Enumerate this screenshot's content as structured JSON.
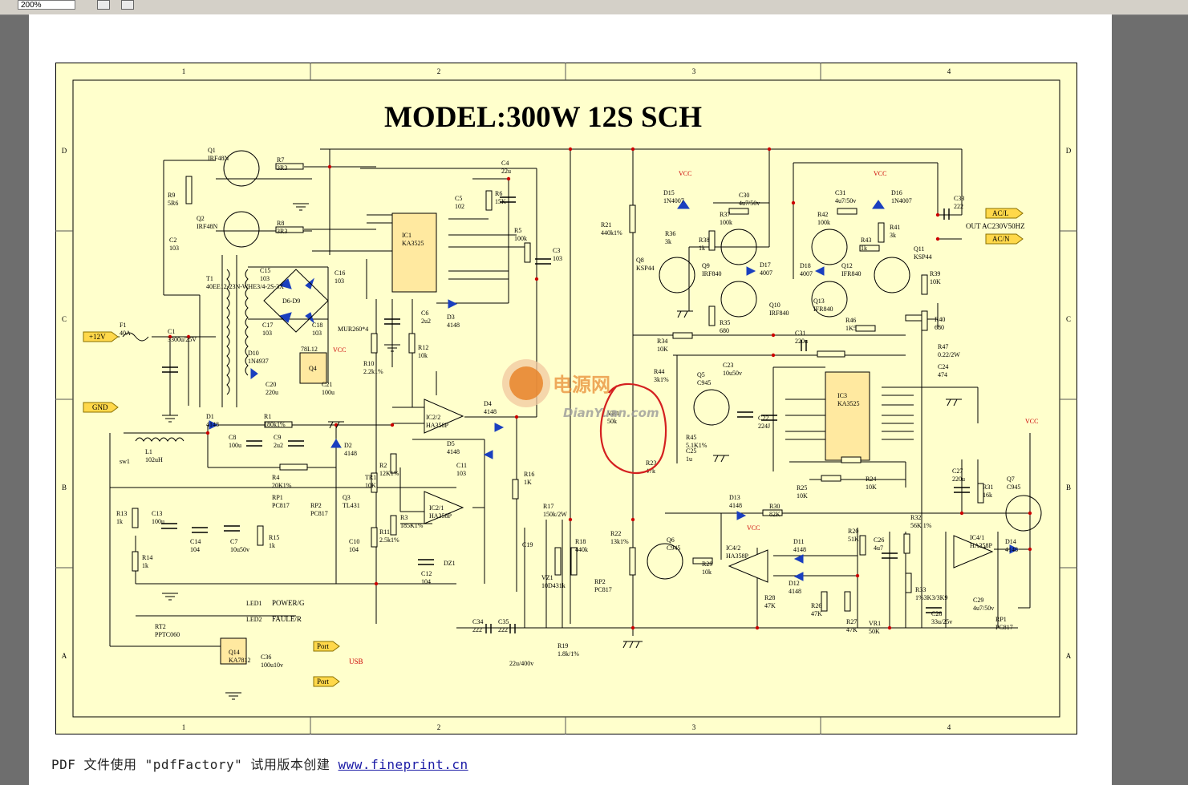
{
  "viewer": {
    "zoom_value": "200%"
  },
  "schematic": {
    "title": "MODEL:300W 12S  SCH",
    "zone_columns": [
      "1",
      "2",
      "3",
      "4"
    ],
    "zone_rows": [
      "D",
      "C",
      "B",
      "A"
    ],
    "ports": {
      "in_12v": "+12V",
      "gnd": "GND",
      "ac_l": "AC/L",
      "ac_n": "AC/N",
      "port1": "Port",
      "port2": "Port",
      "vcc": "VCC"
    },
    "output_label": "OUT AC230V50HZ",
    "usb_label": "USB",
    "led_labels": [
      "POWER/G",
      "FAULE/R"
    ],
    "watermark": {
      "cn": "电源网",
      "en": "DianYuan.com"
    },
    "components": [
      {
        "ref": "Q1",
        "val": "IRF48N"
      },
      {
        "ref": "Q2",
        "val": "IRF48N"
      },
      {
        "ref": "R7",
        "val": "3R3"
      },
      {
        "ref": "R8",
        "val": "3R3"
      },
      {
        "ref": "R9",
        "val": "5R6"
      },
      {
        "ref": "C2",
        "val": "103"
      },
      {
        "ref": "T1",
        "val": "40EE12-23N-WHE3/4-2S-3X"
      },
      {
        "ref": "C15",
        "val": "103"
      },
      {
        "ref": "D6-D9",
        "val": ""
      },
      {
        "ref": "C16",
        "val": "103"
      },
      {
        "ref": "C17",
        "val": "103"
      },
      {
        "ref": "C18",
        "val": "103"
      },
      {
        "ref": "MUR260*4",
        "val": ""
      },
      {
        "ref": "D10",
        "val": "1N4937"
      },
      {
        "ref": "78L12",
        "val": ""
      },
      {
        "ref": "Q4",
        "val": ""
      },
      {
        "ref": "C20",
        "val": "220u"
      },
      {
        "ref": "C21",
        "val": "100u"
      },
      {
        "ref": "F1",
        "val": "40A"
      },
      {
        "ref": "C1",
        "val": "3300u/25V"
      },
      {
        "ref": "IC1",
        "val": "KA3525"
      },
      {
        "ref": "C4",
        "val": "22u"
      },
      {
        "ref": "C5",
        "val": "102"
      },
      {
        "ref": "R6",
        "val": "15K"
      },
      {
        "ref": "R5",
        "val": "100k"
      },
      {
        "ref": "C3",
        "val": "103"
      },
      {
        "ref": "C6",
        "val": "2u2"
      },
      {
        "ref": "D3",
        "val": "4148"
      },
      {
        "ref": "R10",
        "val": "2.2k1%"
      },
      {
        "ref": "R12",
        "val": "10k"
      },
      {
        "ref": "IC2/2",
        "val": "HA358P"
      },
      {
        "ref": "D4",
        "val": "4148"
      },
      {
        "ref": "D1",
        "val": "4148"
      },
      {
        "ref": "R1",
        "val": "180k1%"
      },
      {
        "ref": "C8",
        "val": "100u"
      },
      {
        "ref": "C9",
        "val": "2u2"
      },
      {
        "ref": "D2",
        "val": "4148"
      },
      {
        "ref": "L1",
        "val": "102uH"
      },
      {
        "ref": "sw1",
        "val": ""
      },
      {
        "ref": "R4",
        "val": "20K1%"
      },
      {
        "ref": "D5",
        "val": "4148"
      },
      {
        "ref": "C11",
        "val": "103"
      },
      {
        "ref": "IC2/1",
        "val": "HA358P"
      },
      {
        "ref": "R16",
        "val": "1K"
      },
      {
        "ref": "DZ1",
        "val": ""
      },
      {
        "ref": "C12",
        "val": "104"
      },
      {
        "ref": "TR1",
        "val": "10K"
      },
      {
        "ref": "R2",
        "val": "12K1%"
      },
      {
        "ref": "R3",
        "val": "185K1%"
      },
      {
        "ref": "R11",
        "val": "2.5k1%"
      },
      {
        "ref": "C10",
        "val": "104"
      },
      {
        "ref": "Q3",
        "val": "TL431"
      },
      {
        "ref": "RP1",
        "val": "PC817"
      },
      {
        "ref": "RP2",
        "val": "PC817"
      },
      {
        "ref": "R15",
        "val": "1k"
      },
      {
        "ref": "R13",
        "val": "1k"
      },
      {
        "ref": "R14",
        "val": "1k"
      },
      {
        "ref": "C13",
        "val": "100u"
      },
      {
        "ref": "C14",
        "val": "104"
      },
      {
        "ref": "C7",
        "val": "10u50v"
      },
      {
        "ref": "LED1",
        "val": ""
      },
      {
        "ref": "LED2",
        "val": ""
      },
      {
        "ref": "RT2",
        "val": "PPTC060"
      },
      {
        "ref": "Q14",
        "val": "KA7812"
      },
      {
        "ref": "C36",
        "val": "100u10v"
      },
      {
        "ref": "C34",
        "val": "222"
      },
      {
        "ref": "C35",
        "val": "222"
      },
      {
        "ref": "22u/400v",
        "val": ""
      },
      {
        "ref": "C19",
        "val": ""
      },
      {
        "ref": "VZ1",
        "val": "10D431k"
      },
      {
        "ref": "R17",
        "val": "150k/2W"
      },
      {
        "ref": "R18",
        "val": "440k"
      },
      {
        "ref": "RP2b",
        "val": "PC817"
      },
      {
        "ref": "R19",
        "val": "1.8k/1%"
      },
      {
        "ref": "R21",
        "val": "440k1%"
      },
      {
        "ref": "VR1",
        "val": "50k"
      },
      {
        "ref": "R22",
        "val": "13k1%"
      },
      {
        "ref": "Q6",
        "val": "C945"
      },
      {
        "ref": "R44",
        "val": "3k1%"
      },
      {
        "ref": "Q5",
        "val": "C945"
      },
      {
        "ref": "R45",
        "val": "5.1K1%"
      },
      {
        "ref": "C25",
        "val": "1u"
      },
      {
        "ref": "R23",
        "val": "47k"
      },
      {
        "ref": "C23",
        "val": "10u50v"
      },
      {
        "ref": "C22",
        "val": "224J"
      },
      {
        "ref": "IC3",
        "val": "KA3525"
      },
      {
        "ref": "D15",
        "val": "1N4007"
      },
      {
        "ref": "C30",
        "val": "4u7/50v"
      },
      {
        "ref": "R37",
        "val": "100k"
      },
      {
        "ref": "R36",
        "val": "3k"
      },
      {
        "ref": "R38",
        "val": "1k"
      },
      {
        "ref": "Q8",
        "val": "KSP44"
      },
      {
        "ref": "Q9",
        "val": "IRF840"
      },
      {
        "ref": "D17",
        "val": "4007"
      },
      {
        "ref": "Q10",
        "val": "IRF840"
      },
      {
        "ref": "R35",
        "val": "680"
      },
      {
        "ref": "R34",
        "val": "10K"
      },
      {
        "ref": "C31",
        "val": "4u7/50v"
      },
      {
        "ref": "R42",
        "val": "100k"
      },
      {
        "ref": "D16",
        "val": "1N4007"
      },
      {
        "ref": "R41",
        "val": "3k"
      },
      {
        "ref": "R43",
        "val": "1k"
      },
      {
        "ref": "Q11",
        "val": "KSP44"
      },
      {
        "ref": "D18",
        "val": "4007"
      },
      {
        "ref": "Q12",
        "val": "IFR840"
      },
      {
        "ref": "Q13",
        "val": "IFR840"
      },
      {
        "ref": "R46",
        "val": "1K5"
      },
      {
        "ref": "R39",
        "val": "10K"
      },
      {
        "ref": "R40",
        "val": "680"
      },
      {
        "ref": "C33",
        "val": "222"
      },
      {
        "ref": "C31b",
        "val": "220u"
      },
      {
        "ref": "R47",
        "val": "0.22/2W"
      },
      {
        "ref": "C24",
        "val": "474"
      },
      {
        "ref": "D13",
        "val": "4148"
      },
      {
        "ref": "R30",
        "val": "82K"
      },
      {
        "ref": "R25",
        "val": "10K"
      },
      {
        "ref": "R24",
        "val": "10K"
      },
      {
        "ref": "IC4/2",
        "val": "HA358P"
      },
      {
        "ref": "D11",
        "val": "4148"
      },
      {
        "ref": "D12",
        "val": "4148"
      },
      {
        "ref": "R28",
        "val": "47K"
      },
      {
        "ref": "R29",
        "val": "10k"
      },
      {
        "ref": "R26",
        "val": "47K"
      },
      {
        "ref": "R20",
        "val": "51K"
      },
      {
        "ref": "R27",
        "val": "47K"
      },
      {
        "ref": "C26",
        "val": "4u7"
      },
      {
        "ref": "VR1b",
        "val": "50K"
      },
      {
        "ref": "R32",
        "val": "56K 1%"
      },
      {
        "ref": "R33",
        "val": "1%3K3/3K9"
      },
      {
        "ref": "C28",
        "val": "33u/25v"
      },
      {
        "ref": "IC4/1",
        "val": "HA358P"
      },
      {
        "ref": "C29",
        "val": "4u7/50v"
      },
      {
        "ref": "D14",
        "val": "4148"
      },
      {
        "ref": "RP1b",
        "val": "PC817"
      },
      {
        "ref": "C27",
        "val": "220u"
      },
      {
        "ref": "R31",
        "val": "16k"
      },
      {
        "ref": "Q7",
        "val": "C945"
      }
    ]
  },
  "footer": {
    "text": "PDF 文件使用 \"pdfFactory\" 试用版本创建 ",
    "link": "www.fineprint.cn"
  }
}
